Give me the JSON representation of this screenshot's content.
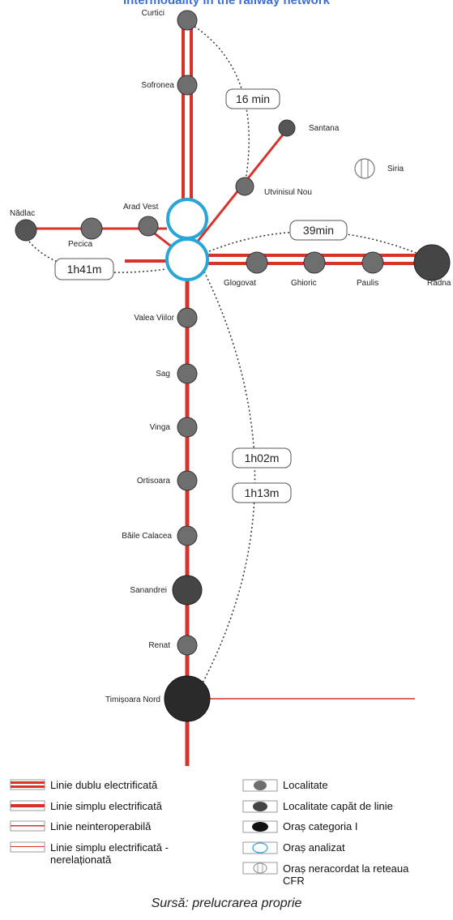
{
  "header": {
    "title": "Intermodality in the railway network"
  },
  "footer": {
    "source": "Sursă: prelucrarea proprie"
  },
  "stations": {
    "curtici": "Curtici",
    "sofronea": "Sofronea",
    "santana": "Santana",
    "utvinisul_nou": "Utvinisul Nou",
    "siria": "Siria",
    "arad_vest": "Arad Vest",
    "nadlac": "Nădlac",
    "pecica": "Pecica",
    "glogovat": "Glogovat",
    "ghioric": "Ghioric",
    "paulis": "Paulis",
    "radna": "Radna",
    "valea_viilor": "Valea Viilor",
    "sag": "Sag",
    "vinga": "Vinga",
    "ortisoara": "Ortisoara",
    "baile_calacea": "Băile Calacea",
    "sanandrei": "Sanandrei",
    "renat": "Renat",
    "timisoara_nord": "Timișoara Nord"
  },
  "times": {
    "curtici": "16 min",
    "radna": "39min",
    "nadlac": "1h41m",
    "timisoara_1": "1h02m",
    "timisoara_2": "1h13m"
  },
  "legend": {
    "double_electrified": "Linie dublu electrificată",
    "single_electrified": "Linie simplu electrificată",
    "non_interoperable": "Linie neinteroperabilă",
    "single_non_related_1": "Linie simplu electrificată -",
    "single_non_related_2": "nerelaționată",
    "locality": "Localitate",
    "terminal_locality": "Localitate capăt de linie",
    "city_cat1": "Oraș categoria I",
    "analyzed_city": "Oraș analizat",
    "unconnected_city_1": "Oraș neracordat la reteaua",
    "unconnected_city_2": "CFR"
  },
  "colors": {
    "rail": "#d8322a",
    "station": "#6e6e6e",
    "terminal": "#454545",
    "city": "#2a2a2a",
    "analyzed": "#2aa6d6",
    "title": "#3b6fd0"
  }
}
